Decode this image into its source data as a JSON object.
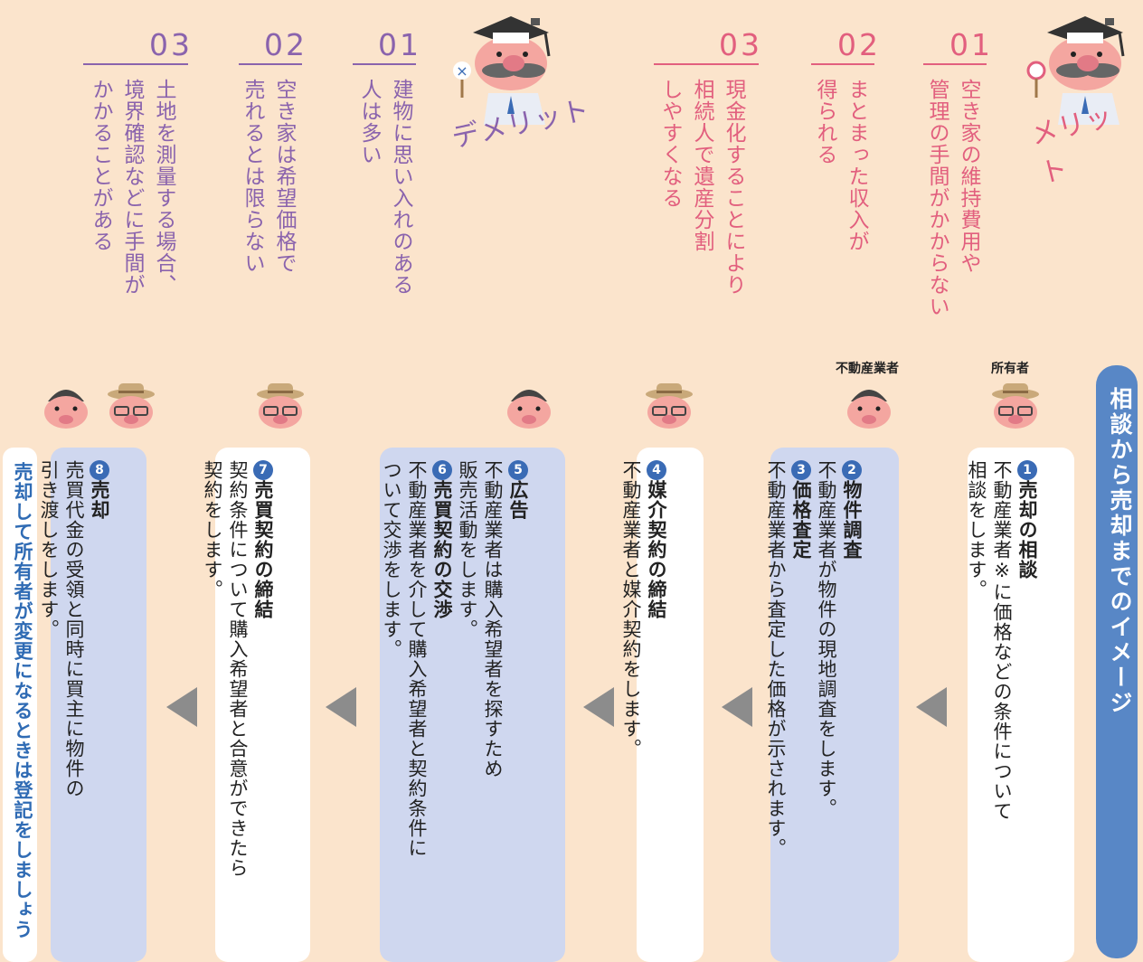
{
  "merit": {
    "label": "メリット",
    "items": [
      {
        "num": "01",
        "text": "空き家の維持費用や\n管理の手間がかからない"
      },
      {
        "num": "02",
        "text": "まとまった収入が\n得られる"
      },
      {
        "num": "03",
        "text": "現金化することにより\n相続人で遺産分割\nしやすくなる"
      }
    ]
  },
  "demerit": {
    "label": "デメリット",
    "items": [
      {
        "num": "01",
        "text": "建物に思い入れのある\n人は多い"
      },
      {
        "num": "02",
        "text": "空き家は希望価格で\n売れるとは限らない"
      },
      {
        "num": "03",
        "text": "土地を測量する場合、\n境界確認などに手間が\nかかることがある"
      }
    ]
  },
  "roles": {
    "owner": "所有者",
    "agent": "不動産業者"
  },
  "flow": {
    "title": "相談から売却までのイメージ",
    "steps": [
      {
        "n": "1",
        "title": "売却の相談",
        "desc": "不動産業者※に価格などの条件について\n相談をします。"
      },
      {
        "n": "2",
        "title": "物件調査",
        "desc": "不動産業者が物件の現地調査をします。"
      },
      {
        "n": "3",
        "title": "価格査定",
        "desc": "不動産業者から査定した価格が示されます。"
      },
      {
        "n": "4",
        "title": "媒介契約の締結",
        "desc": "不動産業者と媒介契約をします。"
      },
      {
        "n": "5",
        "title": "広告",
        "desc": "不動産業者は購入希望者を探すため\n販売活動をします。"
      },
      {
        "n": "6",
        "title": "売買契約の交渉",
        "desc": "不動産業者を介して購入希望者と契約条件に\nついて交渉をします。"
      },
      {
        "n": "7",
        "title": "売買契約の締結",
        "desc": "契約条件について購入希望者と合意ができたら\n契約をします。"
      },
      {
        "n": "8",
        "title": "売却",
        "desc": "売買代金の受領と同時に買主に物件の\n引き渡しをします。"
      }
    ],
    "note": "売却して所有者が変更になるときは登記をしましょう"
  },
  "colors": {
    "background": "#fbe4cc",
    "merit": "#e25f7e",
    "demerit": "#8a63ad",
    "accent": "#3a6bb5",
    "card_blue": "#cfd7ef"
  }
}
